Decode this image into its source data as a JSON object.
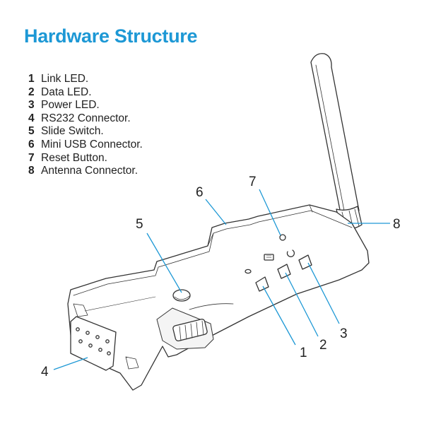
{
  "title": "Hardware Structure",
  "colors": {
    "title": "#1d98d5",
    "leader": "#1d98d5",
    "outline": "#333333"
  },
  "parts": [
    {
      "number": "1",
      "label": "Link LED."
    },
    {
      "number": "2",
      "label": "Data LED."
    },
    {
      "number": "3",
      "label": "Power LED."
    },
    {
      "number": "4",
      "label": "RS232 Connector."
    },
    {
      "number": "5",
      "label": "Slide Switch."
    },
    {
      "number": "6",
      "label": "Mini USB Connector."
    },
    {
      "number": "7",
      "label": "Reset Button."
    },
    {
      "number": "8",
      "label": "Antenna Connector."
    }
  ]
}
